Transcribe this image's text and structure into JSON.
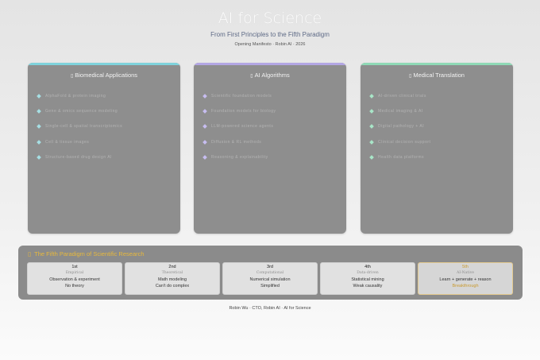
{
  "hero": {
    "title": "AI for Science",
    "subtitle": "From First Principles to the Fifth Paradigm",
    "meta": "Opening Manifesto · Robin AI · 2026"
  },
  "cards": [
    {
      "title": "Biomedical Applications",
      "icon": "microscope-icon",
      "icon_glyph": "▯",
      "tag": "",
      "accent": "#7fd3dc",
      "bullet_color": "#a6dfe4",
      "items": [
        "AlphaFold & protein imaging",
        "Gene & omics sequence modeling",
        "Single-cell & spatial transcriptomics",
        "Cell & tissue images",
        "Structure-based drug design AI"
      ]
    },
    {
      "title": "AI Algorithms",
      "icon": "chip-icon",
      "icon_glyph": "▯",
      "tag": "",
      "accent": "#b3a6e4",
      "bullet_color": "#c7bdf0",
      "items": [
        "Scientific foundation models",
        "Foundation models for biology",
        "LLM-powered science agents",
        "Diffusion & RL methods",
        "Reasoning & explainability"
      ]
    },
    {
      "title": "Medical Translation",
      "icon": "stethoscope-icon",
      "icon_glyph": "▯",
      "tag": "",
      "accent": "#8fd9b6",
      "bullet_color": "#a8e6c8",
      "items": [
        "AI-driven clinical trials",
        "Medical imaging & AI",
        "Digital pathology + AI",
        "Clinical decision support",
        "Health data platforms"
      ]
    }
  ],
  "paradigm": {
    "title": "The Fifth Paradigm of Scientific Research",
    "icon": "lightbulb-icon",
    "icon_glyph": "▯",
    "steps": [
      {
        "ordinal": "1st",
        "name": "Empirical",
        "desc": "Observation & experiment",
        "limit": "No theory"
      },
      {
        "ordinal": "2nd",
        "name": "Theoretical",
        "desc": "Math modeling",
        "limit": "Can't do complex"
      },
      {
        "ordinal": "3rd",
        "name": "Computational",
        "desc": "Numerical simulation",
        "limit": "Simplified"
      },
      {
        "ordinal": "4th",
        "name": "Data-driven",
        "desc": "Statistical mining",
        "limit": "Weak causality"
      },
      {
        "ordinal": "5th",
        "name": "AI-Native",
        "desc": "Learn + generate + reason",
        "limit": "Breakthrough"
      }
    ]
  },
  "footer": "Robin Wu · CTO, Robin AI · AI for Science"
}
